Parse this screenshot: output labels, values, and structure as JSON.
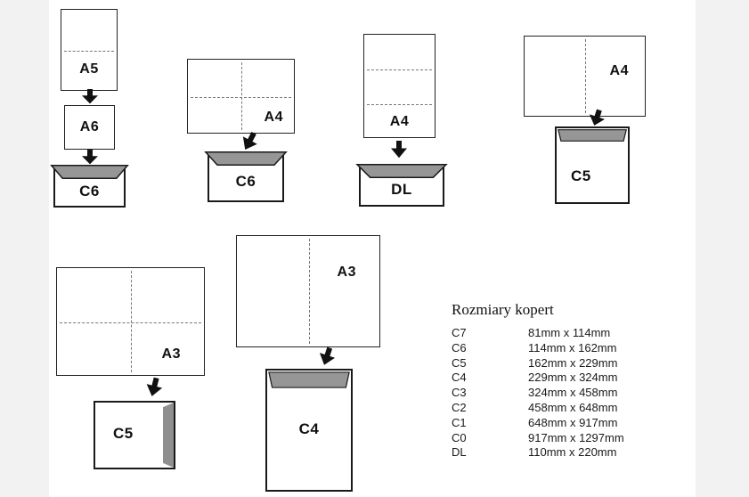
{
  "diagram": {
    "flow_a5_c6": {
      "sheet_top": "A5",
      "sheet_mid": "A6",
      "envelope": "C6"
    },
    "flow_a4_c6": {
      "sheet": "A4",
      "envelope": "C6"
    },
    "flow_a4_dl": {
      "sheet": "A4",
      "envelope": "DL"
    },
    "flow_a4_c5": {
      "sheet": "A4",
      "envelope": "C5"
    },
    "flow_a3_c5": {
      "sheet": "A3",
      "envelope": "C5"
    },
    "flow_a3_c4": {
      "sheet": "A3",
      "envelope": "C4"
    }
  },
  "table": {
    "title": "Rozmiary kopert",
    "rows": [
      {
        "code": "C7",
        "size": "81mm x 114mm"
      },
      {
        "code": "C6",
        "size": "114mm x 162mm"
      },
      {
        "code": "C5",
        "size": "162mm x 229mm"
      },
      {
        "code": "C4",
        "size": "229mm x 324mm"
      },
      {
        "code": "C3",
        "size": "324mm x 458mm"
      },
      {
        "code": "C2",
        "size": "458mm x 648mm"
      },
      {
        "code": "C1",
        "size": "648mm x 917mm"
      },
      {
        "code": "C0",
        "size": "917mm x 1297mm"
      },
      {
        "code": "DL",
        "size": "110mm x 220mm"
      }
    ]
  },
  "colors": {
    "flap_gray": "#969696",
    "outline": "#1a1a1a"
  }
}
